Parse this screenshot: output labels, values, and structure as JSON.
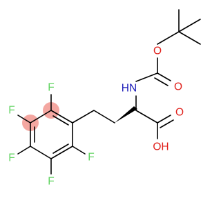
{
  "molecule": {
    "atoms": {
      "f_top": "F",
      "f_upper_left": "F",
      "f_right": "F",
      "f_lower_left": "F",
      "f_bottom": "F",
      "nh": "HN",
      "o_ester": "O",
      "o_carbonyl": "O",
      "o_acid_carbonyl": "O",
      "oh": "OH"
    },
    "colors": {
      "fluorine": "#5fd35f",
      "nitrogen": "#1a1ab8",
      "oxygen": "#e0201b",
      "bond": "#000000",
      "aromatic_highlight": "#f4a7a1"
    }
  }
}
